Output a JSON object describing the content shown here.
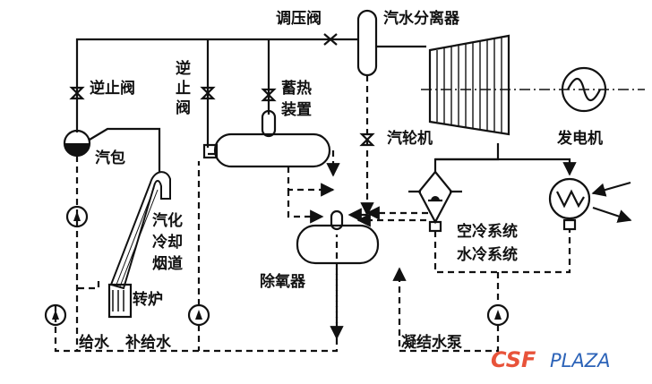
{
  "labels": {
    "pressure_valve": "调压阀",
    "steam_separator": "汽水分离器",
    "check_valve_left": "逆止阀",
    "check_valve_mid": [
      "逆",
      "止",
      "阀"
    ],
    "heat_storage": [
      "蓄热",
      "装置"
    ],
    "drum": "汽包",
    "turbine": "汽轮机",
    "generator": "发电机",
    "flue": [
      "汽化",
      "冷却",
      "烟道"
    ],
    "converter": "转炉",
    "deaerator": "除氧器",
    "cooling_air": "空冷系统",
    "cooling_water": "水冷系统",
    "feed_water": "给水",
    "makeup_water": "补给水",
    "condensate_pump": "凝结水泵"
  },
  "watermark": {
    "part1": "CSF",
    "part2": "PLAZA"
  }
}
